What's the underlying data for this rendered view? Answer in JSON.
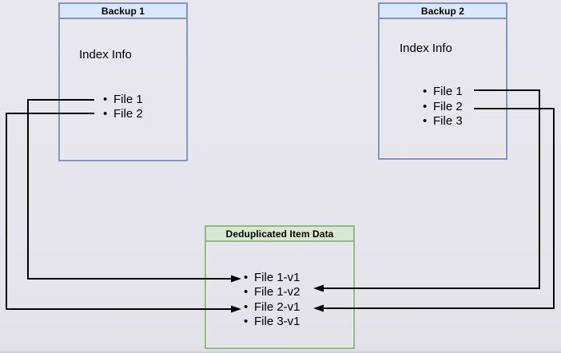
{
  "background": "#e5e4eb",
  "palette": {
    "blue_box_fill": "#dae8fc",
    "blue_box_border": "#8094c4",
    "green_box_fill": "#d7e7d2",
    "green_box_border": "#8fbc79",
    "connector": "#000000",
    "text": "#000000"
  },
  "backup1": {
    "title": "Backup 1",
    "subtitle": "Index Info",
    "items": [
      "File 1",
      "File 2"
    ]
  },
  "backup2": {
    "title": "Backup 2",
    "subtitle": "Index Info",
    "items": [
      "File 1",
      "File 2",
      "File 3"
    ]
  },
  "dedup": {
    "title": "Deduplicated Item Data",
    "items": [
      "File 1-v1",
      "File 1-v2",
      "File 2-v1",
      "File 3-v1"
    ]
  },
  "connections": [
    {
      "from": "Backup 1 / File 1",
      "to": "File 1-v1"
    },
    {
      "from": "Backup 1 / File 2",
      "to": "File 2-v1"
    },
    {
      "from": "Backup 2 / File 1",
      "to": "File 1-v2"
    },
    {
      "from": "Backup 2 / File 2",
      "to": "File 2-v1"
    }
  ]
}
